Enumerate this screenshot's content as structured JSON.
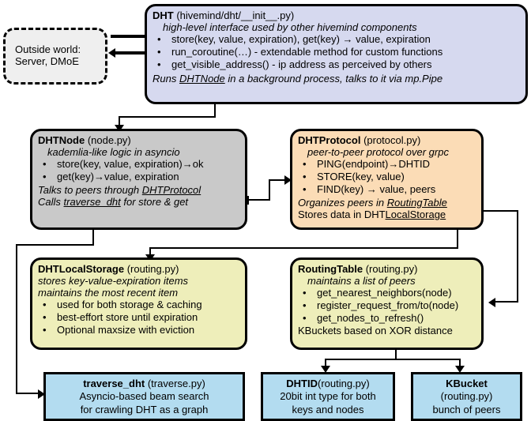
{
  "diagram": {
    "title": "hivemind DHT architecture diagram",
    "colors": {
      "dht_fill": "#d6d9ef",
      "node_fill": "#c9c9c9",
      "protocol_fill": "#fbdcb6",
      "storage_fill": "#eeeeba",
      "leaf_fill": "#b3dcf0",
      "outside_fill": "#efefef",
      "stroke": "#000000"
    }
  },
  "outside": {
    "line1": "Outside world:",
    "line2": "Server, DMoE"
  },
  "dht": {
    "title_bold": "DHT",
    "title_rest": " (hivemind/dht/__init__.py)",
    "subtitle": "high-level interface used by other hivemind components",
    "bullets": [
      "store(key, value, expiration), get(key) → value, expiration",
      "run_coroutine(…) - extendable method for custom functions",
      "get_visible_address() - ip address as perceived by others"
    ],
    "footer_pre": "Runs ",
    "footer_link": "DHTNode",
    "footer_post": " in a background process, talks to it via mp.Pipe"
  },
  "dhtnode": {
    "title_bold": "DHTNode",
    "title_rest": " (node.py)",
    "subtitle": "kademlia-like logic in asyncio",
    "bullets": [
      "store(key, value, expiration)→ok",
      "get(key)→value, expiration"
    ],
    "footer1_pre": "Talks to peers through ",
    "footer1_link": "DHTProtocol",
    "footer2_pre": "Calls ",
    "footer2_link": "traverse_dht",
    "footer2_post": " for store & get"
  },
  "dhtprotocol": {
    "title_bold": "DHTProtocol",
    "title_rest": " (protocol.py)",
    "subtitle": "peer-to-peer protocol over grpc",
    "bullets": [
      "PING(endpoint)→DHTID",
      "STORE(key, value)",
      "FIND(key) → value, peers"
    ],
    "footer1_pre": "Organizes peers in ",
    "footer1_link": "RoutingTable",
    "footer2_pre": "Stores data in DHT",
    "footer2_link": "LocalStorage"
  },
  "dhtlocalstorage": {
    "title_bold": "DHTLocalStorage",
    "title_rest": " (routing.py)",
    "subtitle1": "stores key-value-expiration items",
    "subtitle2": "maintains the most recent item",
    "bullets": [
      "used for both storage & caching",
      "best-effort store until expiration",
      "Optional maxsize with eviction"
    ]
  },
  "routingtable": {
    "title_bold": "RoutingTable",
    "title_rest": " (routing.py)",
    "subtitle": "maintains a list of peers",
    "bullets": [
      "get_nearest_neighbors(node)",
      "register_request_from/to(node)",
      "get_nodes_to_refresh()"
    ],
    "footer": "KBuckets based on XOR distance"
  },
  "traverse_dht": {
    "title_bold": "traverse_dht",
    "title_rest": " (traverse.py)",
    "line2": "Asyncio-based beam search",
    "line3": "for crawling DHT as a graph"
  },
  "dhtid": {
    "title_bold": "DHTID",
    "title_rest": "(routing.py)",
    "line2": "20bit int type for both",
    "line3": "keys and nodes"
  },
  "kbucket": {
    "title_bold": "KBucket",
    "line2": "(routing.py)",
    "line3": "bunch of peers"
  }
}
